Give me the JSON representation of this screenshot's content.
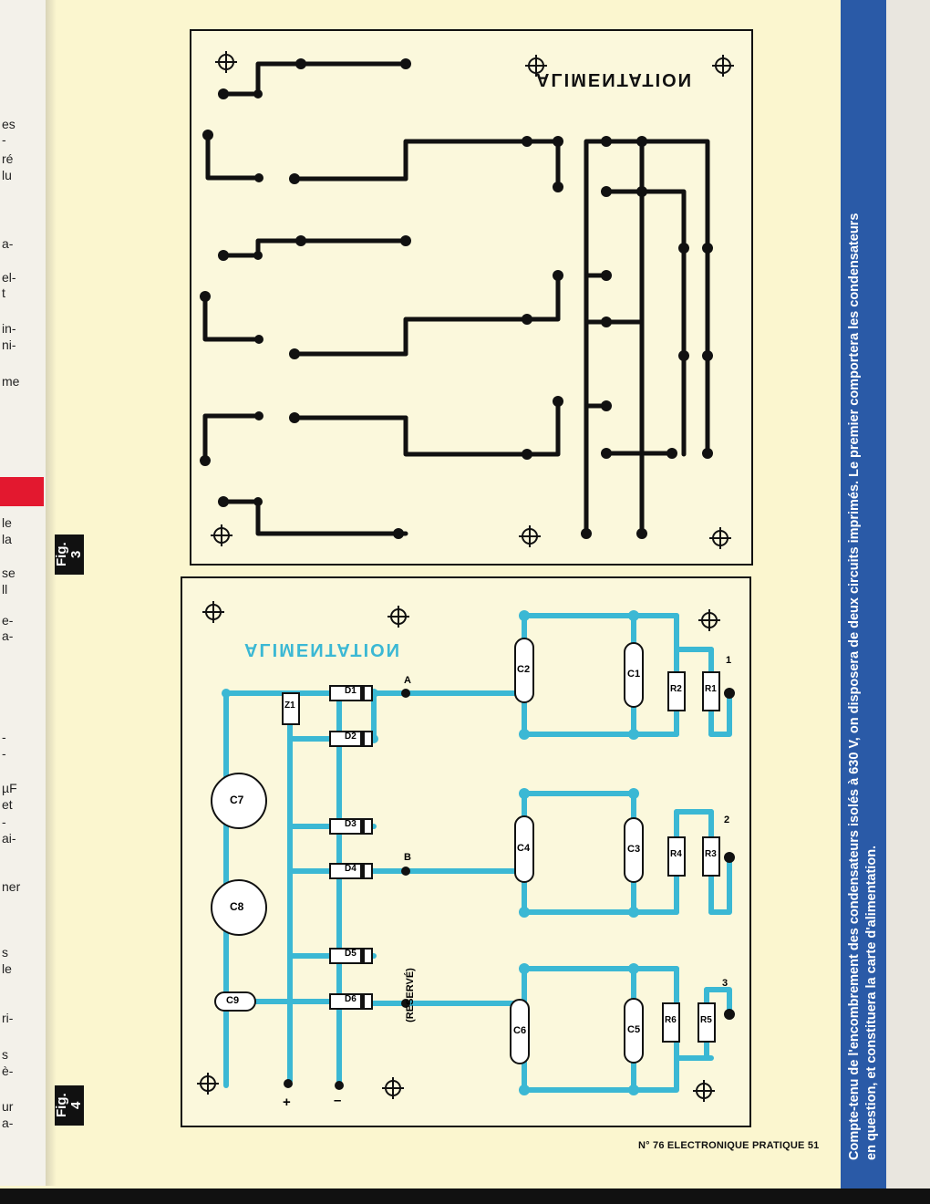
{
  "caption": {
    "line1": "Compte-tenu de l'encombrement des condensateurs isolés à 630 V,   on disposera de deux circuits imprimés.  Le premier comportera les condensateurs",
    "line2": "en question, et constituera la carte d'alimentation."
  },
  "fig3": {
    "label_top": "Fig.",
    "label_num": "3"
  },
  "fig4": {
    "label_top": "Fig.",
    "label_num": "4"
  },
  "footer": "N° 76 ELECTRONIQUE PRATIQUE 51",
  "pcb3_title": "ALIMENTATION",
  "pcb4_title": "ALIMENTATION",
  "pcb4": {
    "diodes": [
      "D1",
      "D2",
      "D3",
      "D4",
      "D5",
      "D6"
    ],
    "zener": "Z1",
    "caps_electrolytic": [
      "C7",
      "C8"
    ],
    "cap_c9": "C9",
    "caps": [
      "C2",
      "C1",
      "C4",
      "C3",
      "C6",
      "C5"
    ],
    "resistors": [
      "R2",
      "R1",
      "R4",
      "R3",
      "R6",
      "R5"
    ],
    "points": [
      "A",
      "B",
      "(RESERVÉ)"
    ],
    "outputs": [
      "1",
      "2",
      "3"
    ],
    "plus": "+",
    "minus": "–"
  },
  "margin_fragments": [
    "es",
    "-",
    "ré",
    "lu",
    "a-",
    "el-",
    "t",
    "in-",
    "ni-",
    "me",
    "le",
    "la",
    "se",
    "ll",
    "e-",
    "a-",
    "-",
    "-",
    "µF",
    "et",
    "-",
    "ai-",
    "ner",
    "s",
    "le",
    "ri-",
    "s",
    "è-",
    "ur",
    "a-"
  ],
  "colors": {
    "caption_band": "#2a5aa7",
    "trace_cyan": "#3bb8d4",
    "paper": "#fbf6cf",
    "red_tab": "#e3182f"
  }
}
